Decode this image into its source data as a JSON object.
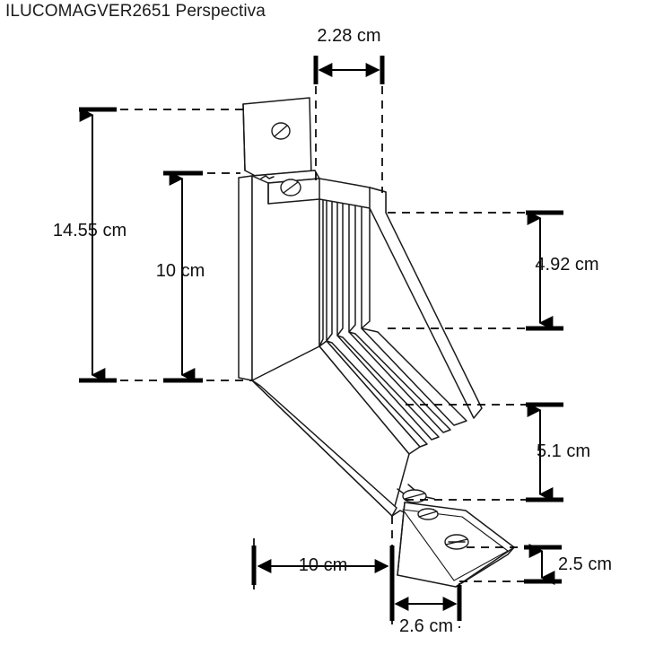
{
  "drawing": {
    "title": "ILUCOMAGVER2651 Perspectiva",
    "view_type": "perspective",
    "units": "cm",
    "background_color": "#ffffff",
    "line_color": "#1b1b1b",
    "dimension_color": "#000000"
  },
  "dimensions": {
    "top_width": {
      "label": "2.28 cm",
      "value": 2.28,
      "orientation": "horizontal"
    },
    "overall_height": {
      "label": "14.55 cm",
      "value": 14.55,
      "orientation": "vertical"
    },
    "upper_height": {
      "label": "10 cm",
      "value": 10,
      "orientation": "vertical"
    },
    "right_upper": {
      "label": "4.92 cm",
      "value": 4.92,
      "orientation": "vertical"
    },
    "right_lower": {
      "label": "5.1 cm",
      "value": 5.1,
      "orientation": "vertical"
    },
    "base_thickness": {
      "label": "2.5 cm",
      "value": 2.5,
      "orientation": "vertical"
    },
    "bottom_width": {
      "label": "10 cm",
      "value": 10,
      "orientation": "horizontal"
    },
    "foot_width": {
      "label": "2.6 cm",
      "value": 2.6,
      "orientation": "horizontal"
    }
  },
  "features": {
    "holes": [
      {
        "name": "top-flange-hole"
      },
      {
        "name": "upper-body-hole"
      },
      {
        "name": "mid-body-hole"
      },
      {
        "name": "lower-body-hole"
      },
      {
        "name": "base-flange-hole"
      }
    ]
  }
}
